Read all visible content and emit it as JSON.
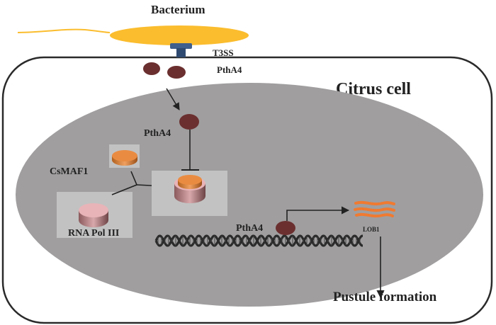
{
  "labels": {
    "bacterium": "Bacterium",
    "t3ss": "T3SS",
    "ptha4_outside": "PthA4",
    "citrus_cell": "Citrus cell",
    "ptha4_nucleus": "PthA4",
    "csmaf1": "CsMAF1",
    "rna_pol_iii": "RNA Pol III",
    "ptha4_dna": "PthA4",
    "lob1": "LOB1",
    "pustule_formation": "Pustule formation"
  },
  "colors": {
    "bacterium": "#fbbd2e",
    "t3ss": "#3f5f8c",
    "ptha4": "#6b2f2f",
    "nucleus": "#a09e9f",
    "box": "#c2c2c2",
    "csmaf1": "#e98c42",
    "rna_pol": "#e8b4b8",
    "lob1": "#f07a30",
    "line": "#222222"
  }
}
